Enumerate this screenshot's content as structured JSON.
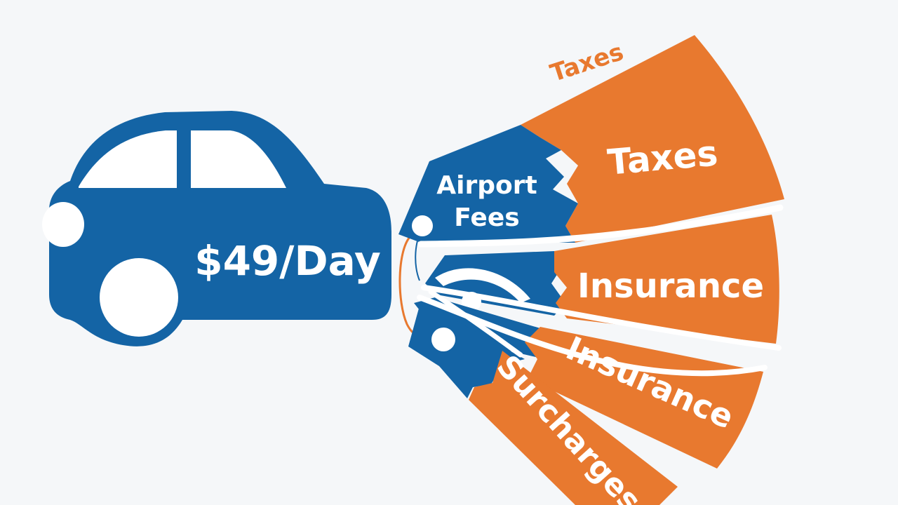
{
  "colors": {
    "background": "#f5f7f9",
    "blue": "#1464a5",
    "orange": "#e8792f",
    "white": "#ffffff"
  },
  "car": {
    "price_label": "$49/Day"
  },
  "tags": {
    "airport_fees_line1": "Airport",
    "airport_fees_line2": "Fees",
    "taxes_top_small": "Taxes",
    "taxes": "Taxes",
    "insurance_1": "Insurance",
    "insurance_2": "Insurance",
    "surcharges": "Surcharges"
  }
}
